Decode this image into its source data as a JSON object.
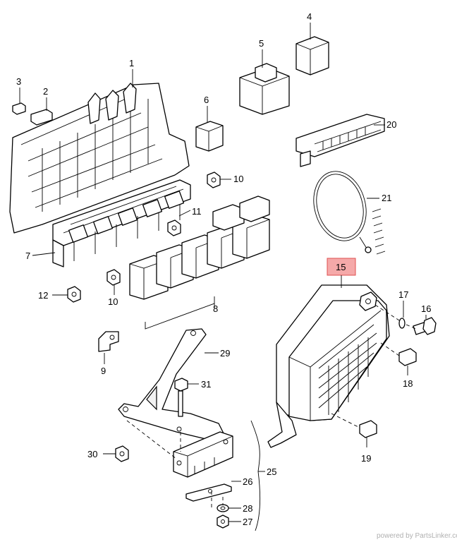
{
  "diagram": {
    "callouts": {
      "c1": "1",
      "c2": "2",
      "c3": "3",
      "c4": "4",
      "c5": "5",
      "c6": "6",
      "c7": "7",
      "c8": "8",
      "c9": "9",
      "c10a": "10",
      "c10b": "10",
      "c11": "11",
      "c12": "12",
      "c15": "15",
      "c16": "16",
      "c17": "17",
      "c18": "18",
      "c19": "19",
      "c20": "20",
      "c21": "21",
      "c25": "25",
      "c26": "26",
      "c27": "27",
      "c28": "28",
      "c29": "29",
      "c30": "30",
      "c31": "31"
    },
    "highlighted_part": "15",
    "highlight_color": "#f5a9a9"
  },
  "footer": {
    "credit": "powered by PartsLinker.com"
  }
}
